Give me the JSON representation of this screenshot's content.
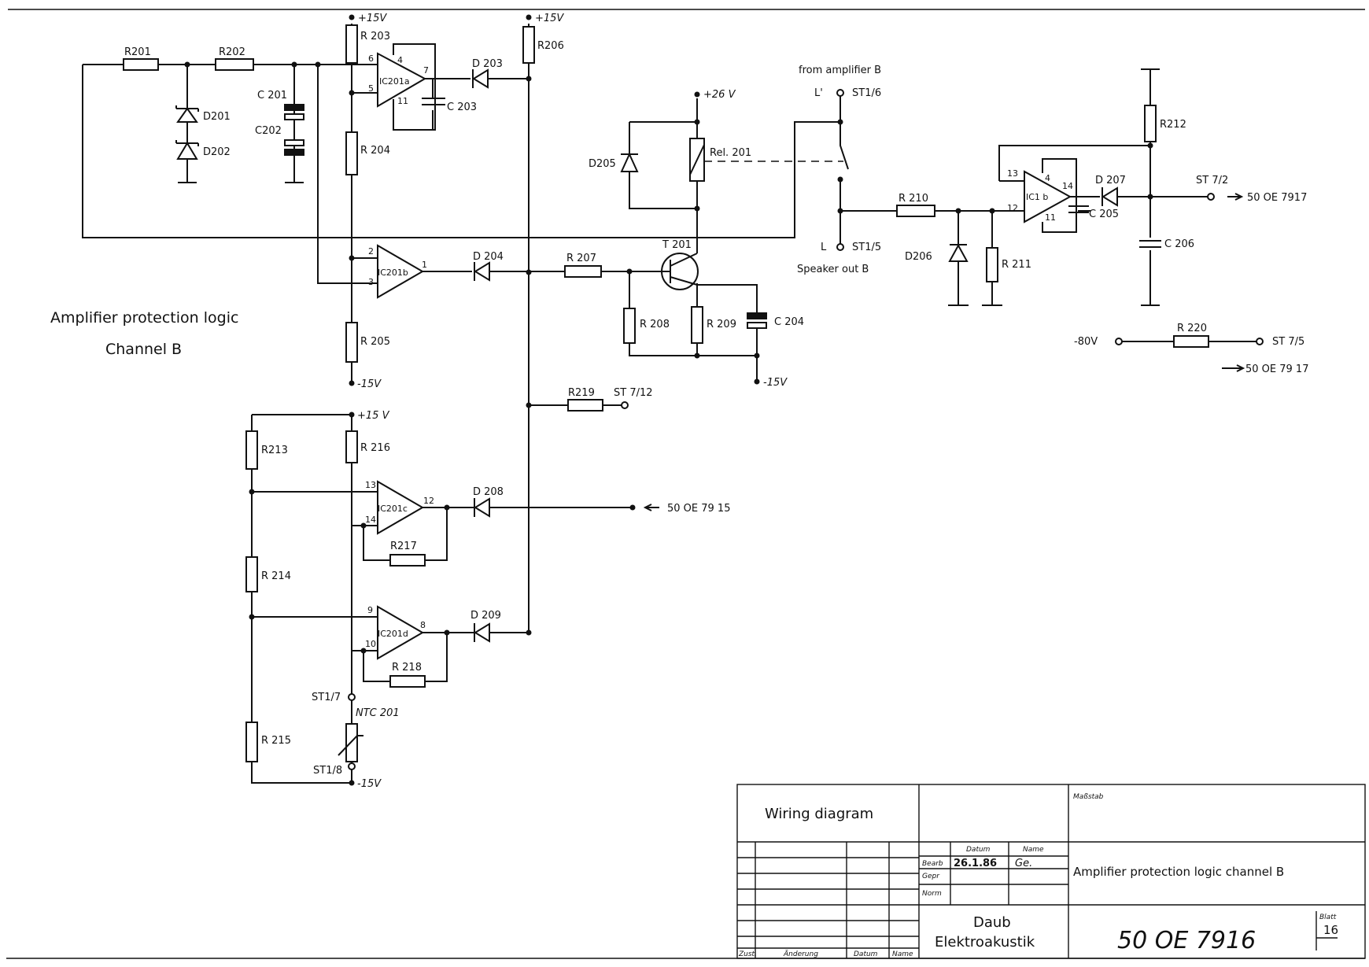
{
  "title": {
    "line1": "Amplifier protection logic",
    "line2": "Channel B"
  },
  "supplies": {
    "p15_a": "+15V",
    "p15_b": "+15V",
    "p15_c": "+15 V",
    "p26": "+26 V",
    "m15_a": "-15V",
    "m15_b": "-15V",
    "m15_c": "-15V",
    "m80": "-80V"
  },
  "resistors": {
    "r201": "R201",
    "r202": "R202",
    "r203": "R 203",
    "r204": "R 204",
    "r205": "R 205",
    "r206": "R206",
    "r207": "R 207",
    "r208": "R 208",
    "r209": "R 209",
    "r210": "R 210",
    "r211": "R 211",
    "r212": "R212",
    "r213": "R213",
    "r214": "R 214",
    "r215": "R 215",
    "r216": "R 216",
    "r217": "R217",
    "r218": "R 218",
    "r219": "R219",
    "r220": "R 220"
  },
  "capacitors": {
    "c201": "C 201",
    "c202": "C202",
    "c203": "C 203",
    "c204": "C 204",
    "c205": "C 205",
    "c206": "C 206"
  },
  "diodes": {
    "d201": "D201",
    "d202": "D202",
    "d203": "D 203",
    "d204": "D 204",
    "d205": "D205",
    "d206": "D206",
    "d207": "D 207",
    "d208": "D 208",
    "d209": "D 209"
  },
  "opamps": {
    "ic201a": "IC201a",
    "ic201b": "IC201b",
    "ic201c": "IC201c",
    "ic201d": "IC201d",
    "ic1b": "IC1 b"
  },
  "pins": {
    "a_in_neg": "6",
    "a_in_pos": "5",
    "a_vcc": "4",
    "a_vee": "11",
    "a_out": "7",
    "b_in_neg": "2",
    "b_in_pos": "3",
    "b_out": "1",
    "c_in_neg": "13",
    "c_in_pos": "14",
    "c_out": "12",
    "d_in_neg": "9",
    "d_in_pos": "10",
    "d_out": "8",
    "e_in_neg": "13",
    "e_in_pos": "12",
    "e_vcc": "4",
    "e_vee": "11",
    "e_out": "14"
  },
  "others": {
    "t201": "T 201",
    "rel201": "Rel. 201",
    "ntc201": "NTC 201"
  },
  "connectors": {
    "from_amp": "from amplifier B",
    "st1_6": "ST1/6",
    "st1_5": "ST1/5",
    "l_upper": "L'",
    "l_lower": "L",
    "speaker_out": "Speaker out B",
    "st7_2": "ST 7/2",
    "st7_5": "ST 7/5",
    "st7_12": "ST 7/12",
    "st1_7": "ST1/7",
    "st1_8": "ST1/8",
    "ref_7917_a": "50 OE 7917",
    "ref_7917_b": "50 OE 79 17",
    "ref_7915": "50 OE 79 15"
  },
  "title_block": {
    "kind": "Wiring diagram",
    "massstab": "Maßstab",
    "datum_header": "Datum",
    "name_header": "Name",
    "bearb": "Bearb",
    "gepr": "Gepr",
    "norm": "Norm",
    "date": "26.1.86",
    "name_sig": "Ge.",
    "company_1": "Daub",
    "company_2": "Elektroakustik",
    "drawing_title": "Amplifier protection logic channel B",
    "doc_number": "50 OE 7916",
    "sheet_label": "Blatt",
    "sheet_no": "16",
    "zust": "Zust.",
    "aenderung": "Änderung",
    "datum_footer": "Datum",
    "name_footer": "Name"
  }
}
